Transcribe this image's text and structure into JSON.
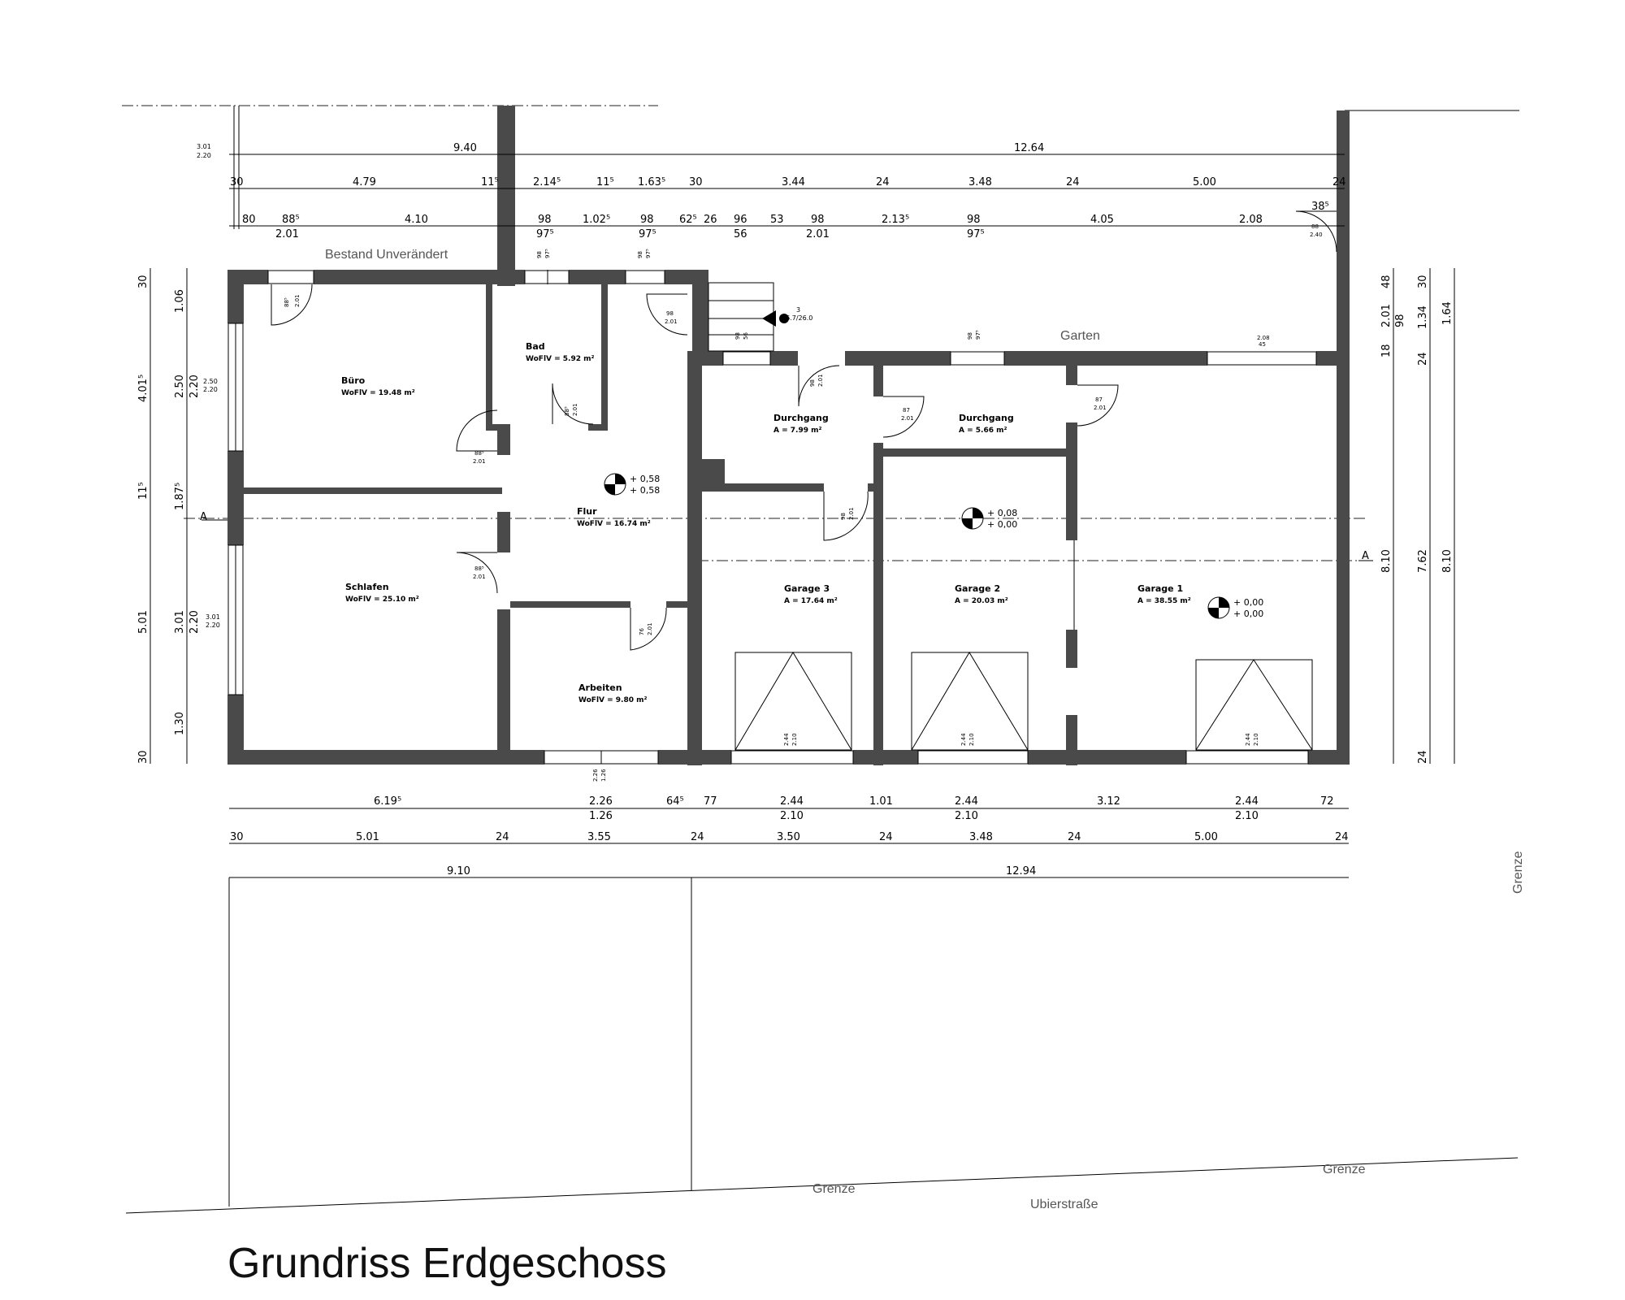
{
  "title": "Grundriss Erdgeschoss",
  "labels": {
    "bestand": "Bestand Unverändert",
    "garten": "Garten",
    "strasse": "Ubierstraße",
    "grenze": "Grenze",
    "section": "A"
  },
  "rooms": {
    "buero": {
      "name": "Büro",
      "area": "WoFlV =  19.48 m²"
    },
    "bad": {
      "name": "Bad",
      "area": "WoFlV =  5.92 m²"
    },
    "flur": {
      "name": "Flur",
      "area": "WoFlV =  16.74 m²"
    },
    "schlafen": {
      "name": "Schlafen",
      "area": "WoFlV =  25.10 m²"
    },
    "arbeiten": {
      "name": "Arbeiten",
      "area": "WoFlV =  9.80 m²"
    },
    "durchgang1": {
      "name": "Durchgang",
      "area": "A =  7.99 m²"
    },
    "durchgang2": {
      "name": "Durchgang",
      "area": "A =  5.66 m²"
    },
    "garage3": {
      "name": "Garage 3",
      "area": "A =  17.64 m²"
    },
    "garage2": {
      "name": "Garage 2",
      "area": "A =  20.03 m²"
    },
    "garage1": {
      "name": "Garage 1",
      "area": "A =  38.55 m²"
    }
  },
  "levels": {
    "flur": [
      "+ 0,58",
      "+ 0,58"
    ],
    "garage2": [
      "+ 0,08",
      "+ 0,00"
    ],
    "garage1": [
      "+ 0,00",
      "+ 0,00"
    ]
  },
  "stair": {
    "number": "3",
    "ratio": "16.7/26.0"
  },
  "dims_top": {
    "row1": [
      "9.40",
      "12.64"
    ],
    "row2": [
      "30",
      "4.79",
      "11⁵",
      "2.14⁵",
      "11⁵",
      "1.63⁵",
      "30",
      "3.44",
      "24",
      "3.48",
      "24",
      "5.00",
      "24"
    ],
    "row3a": [
      "80",
      "88⁵",
      "4.10",
      "98",
      "1.02⁵",
      "98",
      "62⁵",
      "26",
      "96",
      "53",
      "98",
      "2.13⁵",
      "98",
      "4.05",
      "2.08",
      "38⁵"
    ],
    "row3b": [
      "2.01",
      "97⁵",
      "97⁵",
      "56",
      "2.01",
      "97⁵"
    ],
    "corner": [
      "3.01",
      "2.20"
    ]
  },
  "dims_bottom": {
    "row1a": [
      "6.19⁵",
      "2.26",
      "64⁵",
      "77",
      "2.44",
      "1.01",
      "2.44",
      "3.12",
      "2.44",
      "72"
    ],
    "row1b": [
      "1.26",
      "2.10",
      "2.10",
      "2.10"
    ],
    "row2": [
      "30",
      "5.01",
      "24",
      "3.55",
      "24",
      "3.50",
      "24",
      "3.48",
      "24",
      "5.00",
      "24"
    ],
    "row3": [
      "9.10",
      "12.94"
    ]
  },
  "dims_left": {
    "outer": [
      "30",
      "4.01⁵",
      "11⁵",
      "5.01",
      "30"
    ],
    "inner": [
      "1.06",
      "2.50",
      "2.20",
      "1.87⁵",
      "3.01",
      "2.20",
      "1.30"
    ],
    "win1": [
      "2.50",
      "2.20"
    ],
    "win2": [
      "3.01",
      "2.20"
    ]
  },
  "dims_right": {
    "col1": [
      "48",
      "2.01",
      "98",
      "18",
      "8.10"
    ],
    "col2": [
      "30",
      "1.34",
      "24",
      "7.62",
      "24"
    ],
    "col3": [
      "1.64",
      "8.10"
    ]
  },
  "openings": {
    "d_buero": [
      "88⁵",
      "2.01"
    ],
    "d_bad": [
      "88⁵",
      "2.01"
    ],
    "d_flur_buero": [
      "88⁵",
      "2.01"
    ],
    "d_flur_schlafen": [
      "88⁵",
      "2.01"
    ],
    "d_flur_entry": [
      "98",
      "2.01"
    ],
    "d_arbeiten": [
      "76",
      "2.01"
    ],
    "d_durch1": [
      "98",
      "2.01"
    ],
    "d_durch_mid": [
      "87",
      "2.01"
    ],
    "d_durch_right": [
      "87",
      "2.01"
    ],
    "d_garage3": [
      "98",
      "2.01"
    ],
    "d_garten": [
      "88",
      "2.40"
    ],
    "w_bad1": [
      "98",
      "97⁵"
    ],
    "w_bad2": [
      "98",
      "97⁵"
    ],
    "w_durch1": [
      "98",
      "56"
    ],
    "w_durch2": [
      "98",
      "97⁵"
    ],
    "w_garage1": [
      "2.08",
      "45"
    ],
    "w_arbeiten": [
      "2.26",
      "1.26"
    ],
    "gate": [
      "2.44",
      "2.10"
    ]
  }
}
